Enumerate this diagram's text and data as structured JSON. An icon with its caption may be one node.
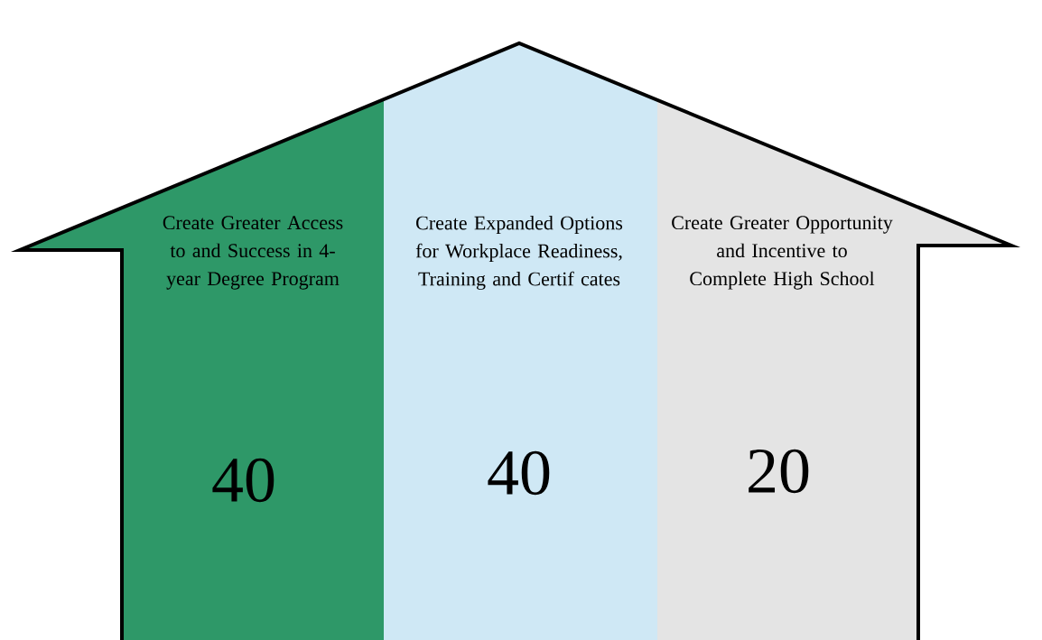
{
  "diagram": {
    "nodes": [
      {
        "text": [
          "Create Greater Access to and Success in 4-year Degree Program",
          "40"
        ]
      },
      {
        "text": [
          "Create Expanded Options for Workplace Readiness, Training and Certif cates",
          "40"
        ]
      },
      {
        "text": [
          "Create Greater Opportunity and Incentive to Complete High School",
          "20"
        ]
      }
    ]
  }
}
